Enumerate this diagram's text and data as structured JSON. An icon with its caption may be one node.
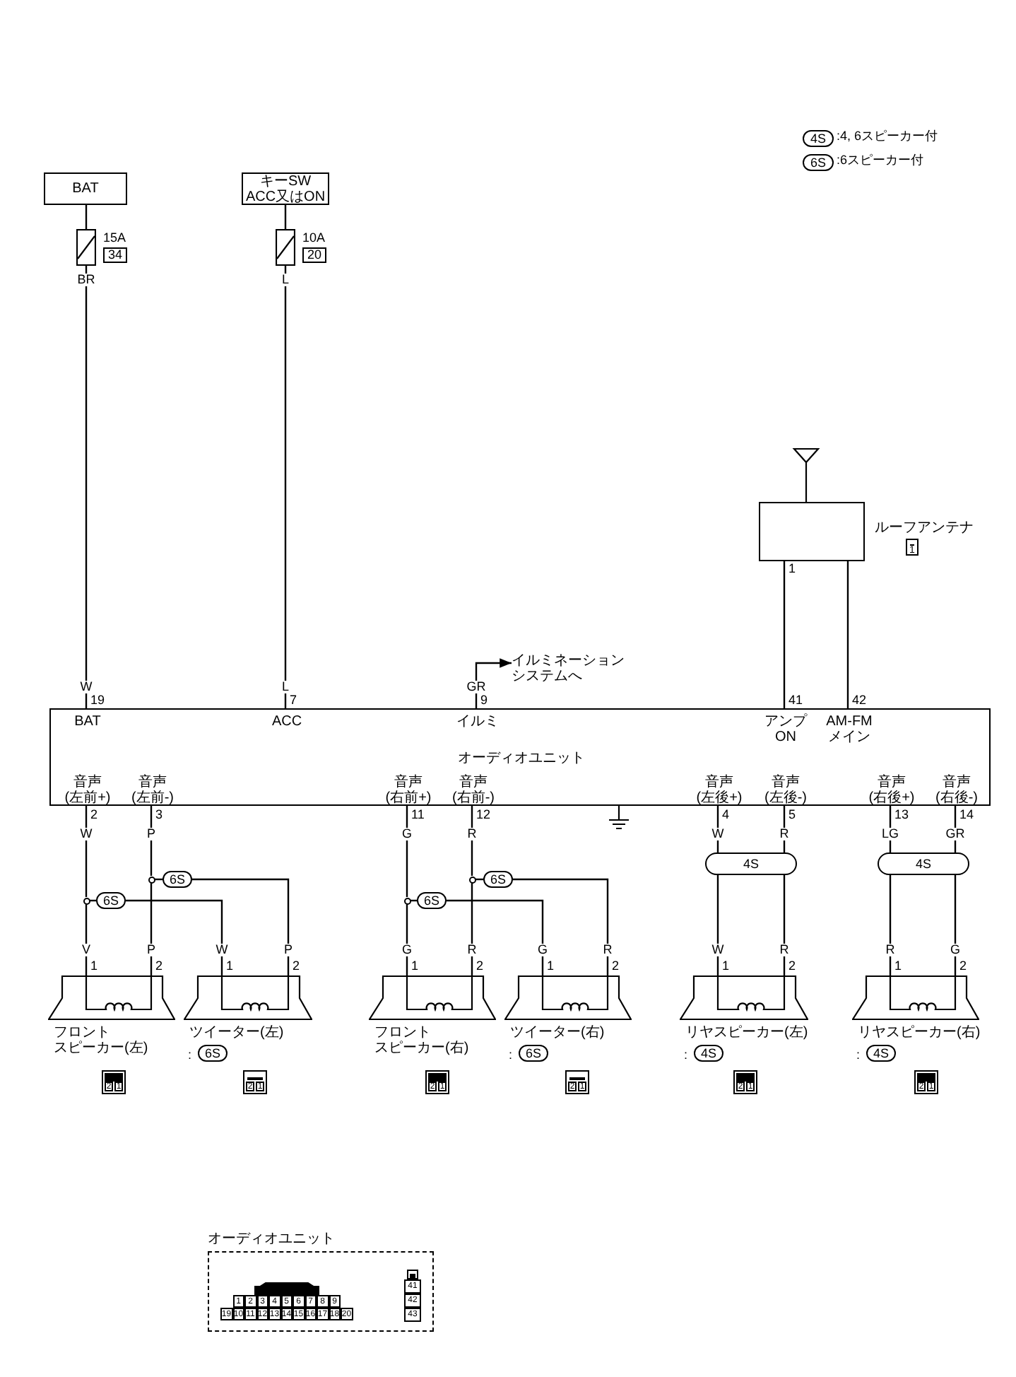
{
  "diagram": {
    "nodes": [
      {
        "text": [
          "BAT"
        ]
      },
      {
        "text": [
          "キーSW ACC又はON"
        ]
      },
      {
        "text": [],
        "shape": "box",
        "beside": [
          "15A",
          "34"
        ]
      },
      {
        "text": [],
        "shape": "box",
        "beside": [
          "10A",
          "20"
        ]
      },
      {
        "text": [
          "ルーフアンテナ"
        ]
      },
      {
        "text": [
          "BAT",
          "ACC",
          "イルミ",
          "アンプ ON",
          "AM-FM メイン",
          "オーディオユニット",
          "音声 (左前+)",
          "音声 (左前-)",
          "音声 (右前+)",
          "音声 (右前-)",
          "音声 (左後+)",
          "音声 (左後-)",
          "音声 (右後+)",
          "音声 (右後-)"
        ]
      },
      {
        "text": [
          "イルミネーション",
          "システムへ"
        ]
      },
      {
        "text": [],
        "shape": "circle"
      },
      {
        "text": [],
        "shape": "circle"
      },
      {
        "text": [
          "6S"
        ]
      },
      {
        "text": [
          "6S"
        ]
      },
      {
        "text": [],
        "shape": "circle"
      },
      {
        "text": [],
        "shape": "circle"
      },
      {
        "text": [
          "6S"
        ]
      },
      {
        "text": [
          "6S"
        ]
      },
      {
        "text": [
          "4S"
        ]
      },
      {
        "text": [
          "4S"
        ]
      },
      {
        "text": [
          "フロント",
          "スピーカー(左)"
        ]
      },
      {
        "text": [
          "ツイーター(左)",
          ":",
          "6S"
        ]
      },
      {
        "text": [
          "フロント",
          "スピーカー(右)"
        ]
      },
      {
        "text": [
          "ツイーター(右)",
          ":",
          "6S"
        ]
      },
      {
        "text": [
          "リヤスピーカー(左)",
          ":",
          "4S"
        ]
      },
      {
        "text": [
          "リヤスピーカー(右)",
          ":",
          "4S"
        ]
      },
      {
        "text": [
          "オーディオユニット"
        ]
      }
    ],
    "edges": [
      {
        "from": 0,
        "to": 2,
        "arrow": "none"
      },
      {
        "from": 2,
        "to": 5,
        "arrow": "none",
        "label": "BR"
      },
      {
        "from": 1,
        "to": 3,
        "arrow": "none"
      },
      {
        "from": 3,
        "to": 5,
        "arrow": "none",
        "label": "L"
      },
      {
        "from": 5,
        "to": 6,
        "arrow": "to",
        "label": "GR"
      },
      {
        "from": 4,
        "to": 5,
        "arrow": "none"
      },
      {
        "from": 4,
        "to": 5,
        "arrow": "none"
      },
      {
        "from": 5,
        "to": 7,
        "arrow": "none",
        "label": "W"
      },
      {
        "from": 7,
        "to": 17,
        "arrow": "none",
        "label": "V"
      },
      {
        "from": 7,
        "to": 10,
        "arrow": "none"
      },
      {
        "from": 10,
        "to": 18,
        "arrow": "none",
        "label": "W"
      },
      {
        "from": 5,
        "to": 8,
        "arrow": "none",
        "label": "P"
      },
      {
        "from": 8,
        "to": 17,
        "arrow": "none",
        "label": "P"
      },
      {
        "from": 8,
        "to": 9,
        "arrow": "none"
      },
      {
        "from": 9,
        "to": 18,
        "arrow": "none",
        "label": "P"
      },
      {
        "from": 5,
        "to": 11,
        "arrow": "none",
        "label": "G"
      },
      {
        "from": 11,
        "to": 19,
        "arrow": "none",
        "label": "G"
      },
      {
        "from": 11,
        "to": 14,
        "arrow": "none"
      },
      {
        "from": 14,
        "to": 20,
        "arrow": "none",
        "label": "G"
      },
      {
        "from": 5,
        "to": 12,
        "arrow": "none",
        "label": "R"
      },
      {
        "from": 12,
        "to": 19,
        "arrow": "none",
        "label": "R"
      },
      {
        "from": 12,
        "to": 13,
        "arrow": "none"
      },
      {
        "from": 13,
        "to": 20,
        "arrow": "none",
        "label": "R"
      },
      {
        "from": 5,
        "to": 15,
        "arrow": "none",
        "label": "W"
      },
      {
        "from": 15,
        "to": 21,
        "arrow": "none",
        "label": "W"
      },
      {
        "from": 5,
        "to": 15,
        "arrow": "none",
        "label": "R"
      },
      {
        "from": 15,
        "to": 21,
        "arrow": "none",
        "label": "R"
      },
      {
        "from": 5,
        "to": 16,
        "arrow": "none",
        "label": "LG"
      },
      {
        "from": 16,
        "to": 22,
        "arrow": "none",
        "label": "R"
      },
      {
        "from": 5,
        "to": 16,
        "arrow": "none",
        "label": "GR"
      },
      {
        "from": 16,
        "to": 22,
        "arrow": "none",
        "label": "G"
      }
    ],
    "labels": [
      "4S",
      ":4, 6スピーカー付",
      "6S",
      ":6スピーカー付",
      "1",
      "1",
      "W",
      "19",
      "L",
      "7",
      "9",
      "41",
      "42",
      "2",
      "3",
      "11",
      "12",
      "4",
      "5",
      "13",
      "14",
      "1",
      "2",
      "1",
      "2",
      "1",
      "2",
      "1",
      "2",
      "1",
      "2",
      "1",
      "2",
      "2",
      "1",
      "2",
      "1",
      "2",
      "1",
      "2",
      "1",
      "2",
      "1",
      "2",
      "1",
      "1",
      "2",
      "3",
      "4",
      "5",
      "6",
      "7",
      "8",
      "9",
      "19",
      "10",
      "11",
      "12",
      "13",
      "14",
      "15",
      "16",
      "17",
      "18",
      "20",
      "41",
      "42",
      "43"
    ]
  }
}
